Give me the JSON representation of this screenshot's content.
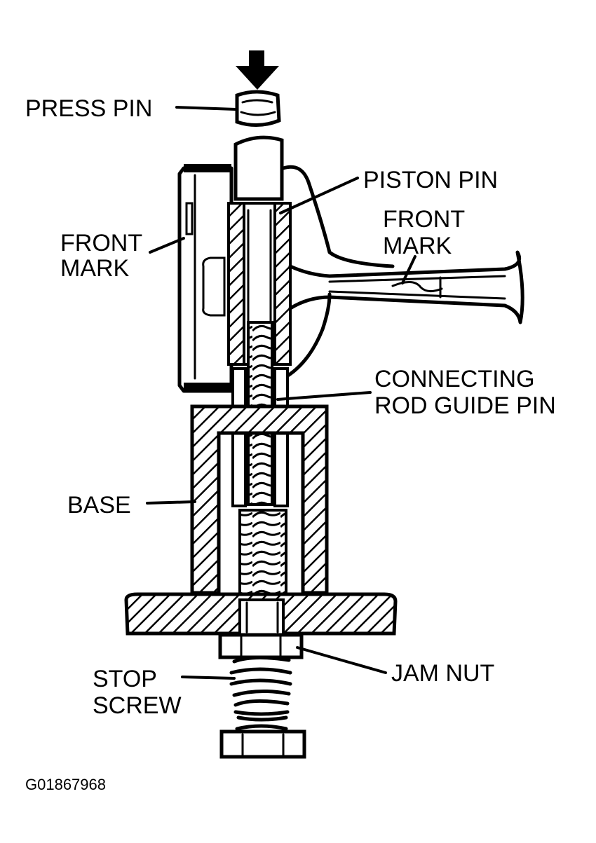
{
  "labels": {
    "press_pin": "PRESS PIN",
    "piston_pin": "PISTON PIN",
    "front_mark_left_1": "FRONT",
    "front_mark_left_2": "MARK",
    "front_mark_right_1": "FRONT",
    "front_mark_right_2": "MARK",
    "connecting_rod_guide_pin_1": "CONNECTING",
    "connecting_rod_guide_pin_2": "ROD GUIDE PIN",
    "base": "BASE",
    "jam_nut": "JAM NUT",
    "stop_screw_1": "STOP",
    "stop_screw_2": "SCREW"
  },
  "figure_code": "G01867968",
  "colors": {
    "ink": "#000000",
    "background": "#ffffff"
  },
  "icons": {
    "press_direction": "down-arrow-icon"
  }
}
